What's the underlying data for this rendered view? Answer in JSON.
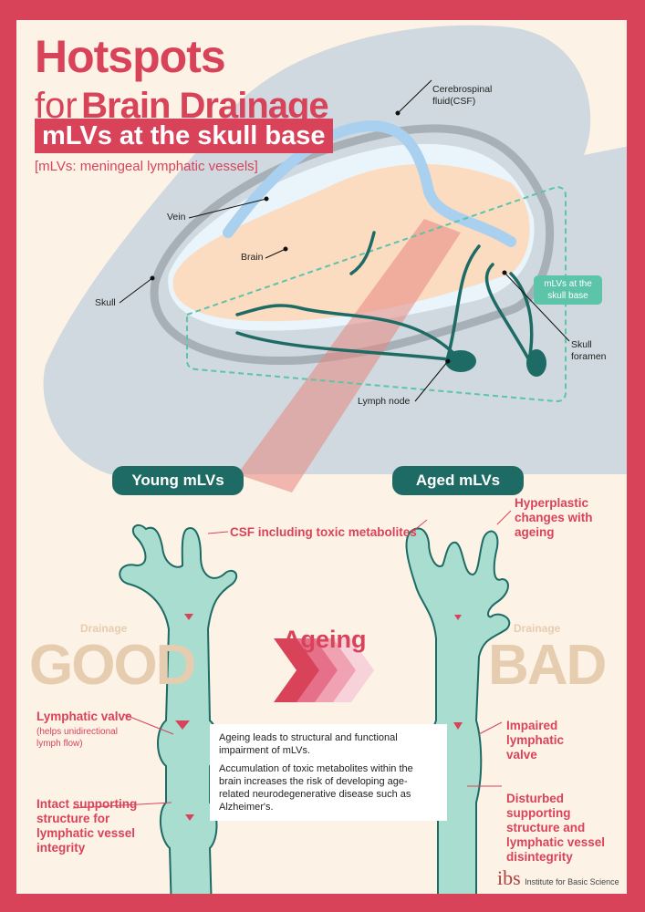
{
  "title": {
    "line1": "Hotspots",
    "line2_prefix": "for",
    "line2_main": "Brain Drainage",
    "banner": "mLVs at the skull base",
    "subtitle": "[mLVs: meningeal lymphatic vessels]"
  },
  "anatomy_labels": {
    "csf": "Cerebrospinal fluid(CSF)",
    "vein": "Vein",
    "brain": "Brain",
    "skull": "Skull",
    "mlvs_box": "mLVs at the skull base",
    "skull_foramen": "Skull foramen",
    "lymph_node": "Lymph node"
  },
  "comparison": {
    "young": {
      "heading": "Young mLVs",
      "drainage_label": "Drainage",
      "drainage_value": "GOOD",
      "csf_label": "CSF including toxic metabolites",
      "valve_label": "Lymphatic valve",
      "valve_note": "(helps unidirectional lymph flow)",
      "structure_label": "Intact supporting structure for lymphatic vessel integrity"
    },
    "aged": {
      "heading": "Aged mLVs",
      "drainage_label": "Drainage",
      "drainage_value": "BAD",
      "hyperplastic_label": "Hyperplastic changes with ageing",
      "valve_label": "Impaired lymphatic valve",
      "structure_label": "Disturbed supporting structure and lymphatic vessel disintegrity"
    },
    "transition": "Ageing",
    "summary": [
      "Ageing leads to structural and functional impairment of mLVs.",
      "Accumulation of toxic metabolites within the brain increases the risk of developing age-related neurodegenerative disease such as Alzheimer's."
    ]
  },
  "logo": {
    "mark": "ibs",
    "name": "Institute for Basic Science"
  },
  "colors": {
    "border": "#d9435a",
    "background": "#fdf2e6",
    "head": "#cfd9df",
    "vessel": "#a8ddd0",
    "vessel_outline": "#1d6b64",
    "brain": "#fbdcc0",
    "vein": "#a9d0ee",
    "mlvs_box": "#5cc4a8"
  }
}
